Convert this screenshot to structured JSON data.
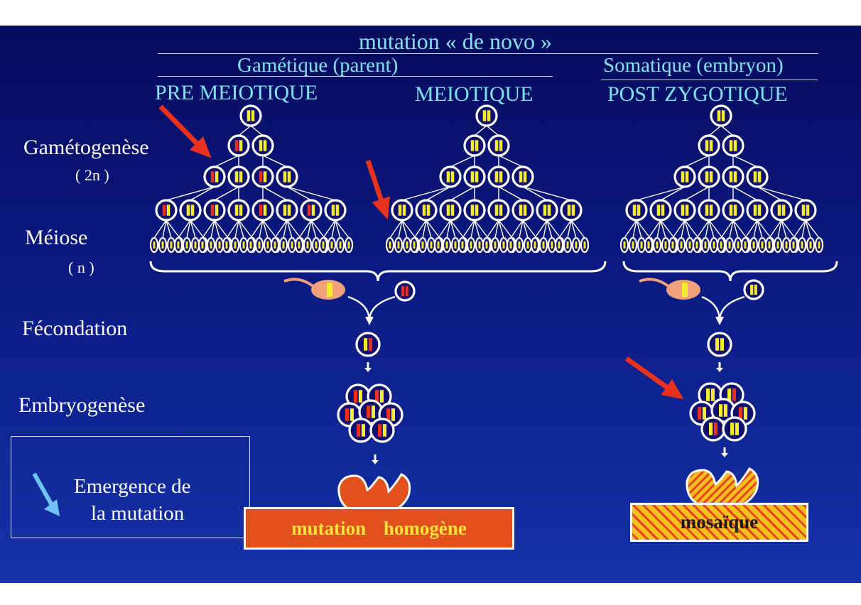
{
  "header": {
    "title": "mutation « de novo »",
    "gametic": "Gamétique  (parent)",
    "somatic": "Somatique (embryon)",
    "pre_meiotic": "PRE MEIOTIQUE",
    "meiotic": "MEIOTIQUE",
    "post_zygotic": "POST ZYGOTIQUE"
  },
  "stages": {
    "gametogenesis": "Gamétogenèse",
    "gametogenesis_ploidy": "( 2n )",
    "meiosis": "Méiose",
    "meiosis_ploidy": "( n )",
    "fertilization": "Fécondation",
    "embryogenesis": "Embryogenèse"
  },
  "legend": {
    "line1": "Emergence de",
    "line2": "la mutation",
    "arrow_color": "#6ec3f4"
  },
  "outcomes": {
    "homogeneous": "mutation homogène",
    "mosaic": "mosaïque"
  },
  "colors": {
    "background_top": "#070b5e",
    "background_bottom": "#1432a8",
    "heading_text": "#7fe3ee",
    "mutation_arrow": "#e8321e",
    "chromosome_yellow": "#f4ea2e",
    "chromosome_red": "#e8321e",
    "outcome_fill": "#e2501e"
  }
}
